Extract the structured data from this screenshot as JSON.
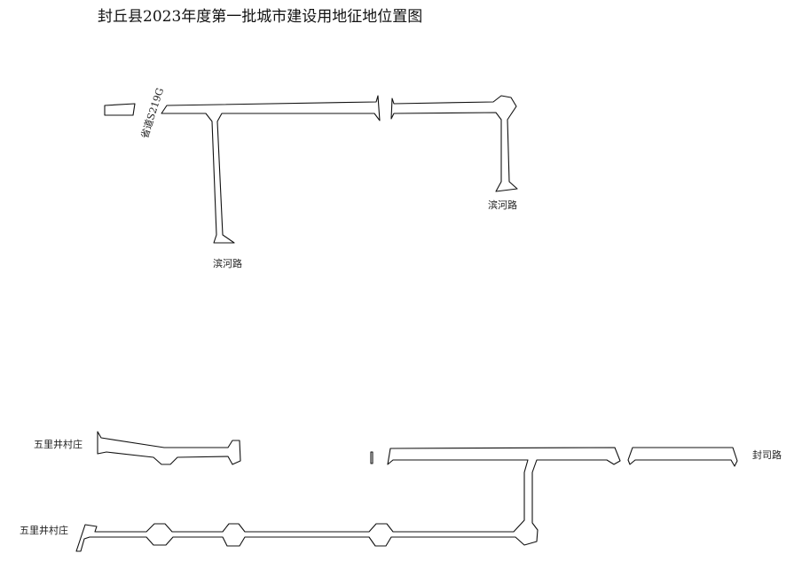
{
  "title": "封丘县2023年度第一批城市建设用地征地位置图",
  "labels": {
    "provincial_road": "省道S219G",
    "binhe_road_left": "滨河路",
    "binhe_road_right": "滨河路",
    "wulijing_village_upper": "五里井村庄",
    "wulijing_village_lower": "五里井村庄",
    "fengsi_road": "封司路"
  },
  "colors": {
    "line": "#111111",
    "background": "#ffffff"
  }
}
